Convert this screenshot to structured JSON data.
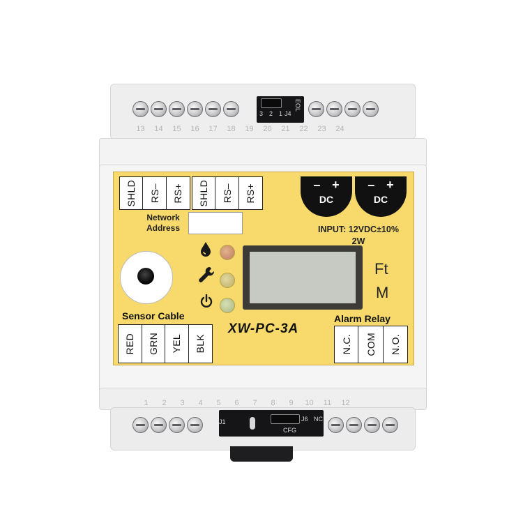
{
  "device": {
    "model": "XW-PC-3A",
    "network_address_label_line1": "Network",
    "network_address_label_line2": "Address",
    "input_rating_line1": "INPUT: 12VDC±10%",
    "input_rating_line2": "2W",
    "sensor_cable_label": "Sensor Cable",
    "alarm_relay_label": "Alarm Relay",
    "units": [
      "Ft",
      "M"
    ],
    "network_terminals_left": [
      "SHLD",
      "RS–",
      "RS+"
    ],
    "network_terminals_right": [
      "SHLD",
      "RS–",
      "RS+"
    ],
    "sensor_terminals": [
      "RED",
      "GRN",
      "YEL",
      "BLK"
    ],
    "relay_terminals": [
      "N.C.",
      "COM",
      "N.O."
    ],
    "power_blocks": [
      {
        "minus": "–",
        "plus": "+",
        "label": "DC"
      },
      {
        "minus": "–",
        "plus": "+",
        "label": "DC"
      }
    ],
    "indicator_icons": [
      "water-drop-icon",
      "wrench-icon",
      "power-icon"
    ],
    "led_colors": [
      "#c98c6a",
      "#c8bb76",
      "#b6c290"
    ],
    "accent_color": "#f7da6b"
  },
  "top_terminals": {
    "numbers_left": [
      "13",
      "14",
      "15",
      "16",
      "17",
      "18"
    ],
    "numbers_mid": [
      "19",
      "20"
    ],
    "numbers_right": [
      "21",
      "22",
      "23",
      "24"
    ],
    "jumper_pins": [
      "3",
      "2",
      "1"
    ],
    "jumper_id": "J4",
    "jumper_name": "EOL"
  },
  "bottom_terminals": {
    "numbers_left": [
      "1",
      "2",
      "3",
      "4"
    ],
    "numbers_mid": [
      "5",
      "6",
      "7",
      "8",
      "9"
    ],
    "numbers_right": [
      "10",
      "11",
      "12"
    ],
    "connector_left_id": "J1",
    "jumper_id": "J6",
    "jumper_side_label": "NC",
    "jumper_name": "CFG"
  }
}
